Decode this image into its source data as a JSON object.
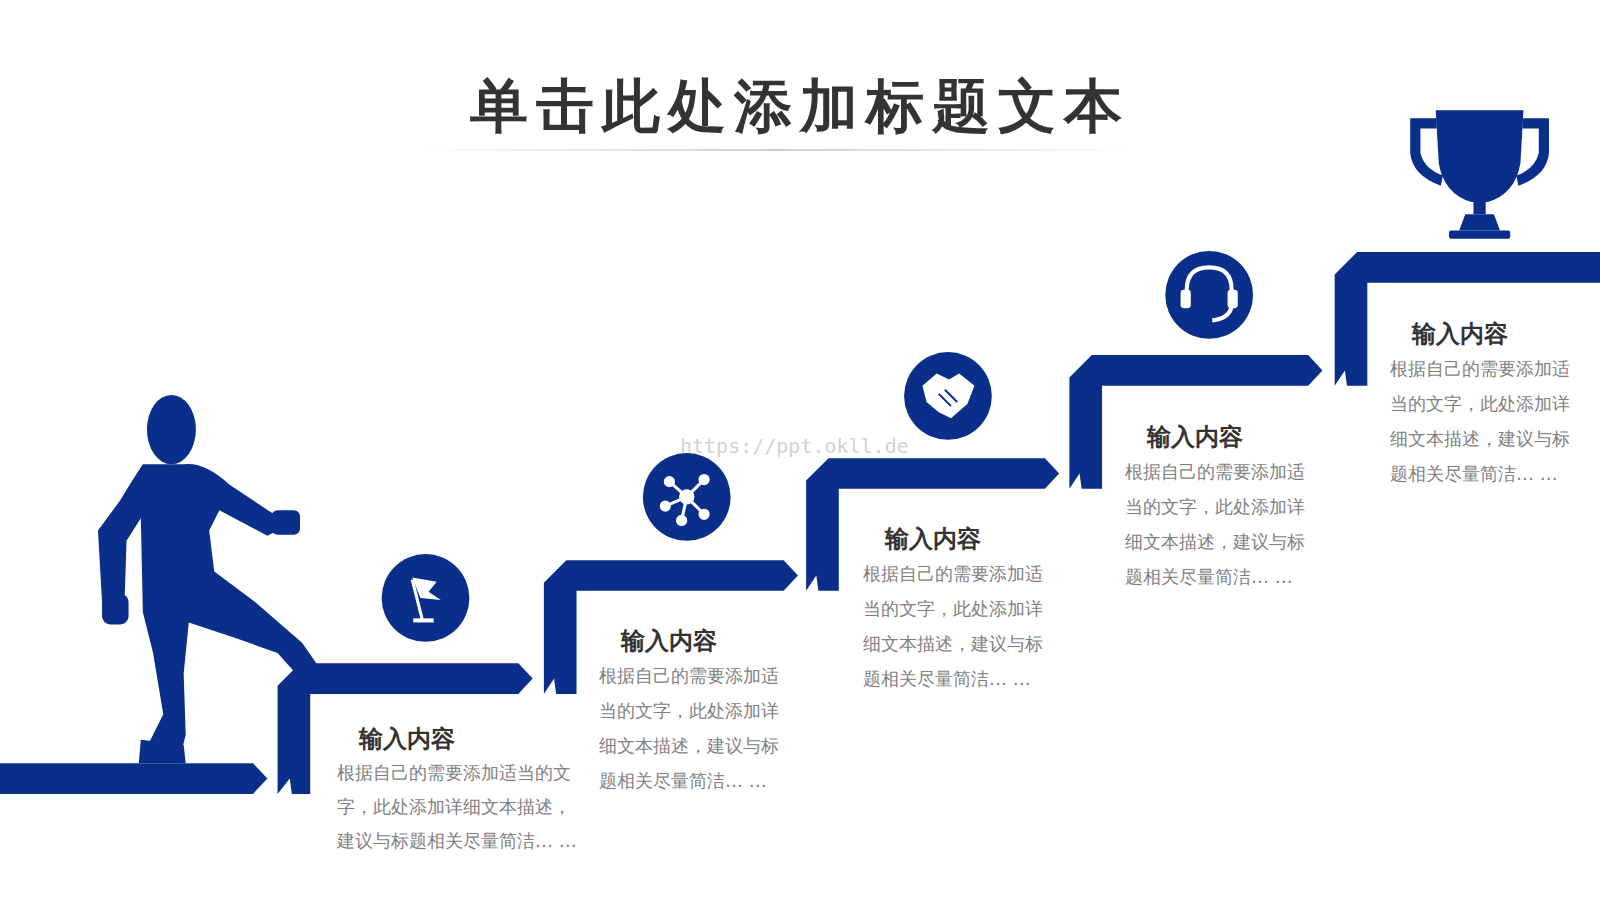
{
  "diagram": {
    "title": "单击此处添加标题文本",
    "nodes": [
      {
        "text": [
          "输入内容",
          "根据自己的需要添加适当的文字，此处添加详细文本描述，建议与标题相关尽量简洁… …"
        ]
      },
      {
        "text": [
          "输入内容",
          "根据自己的需要添加适当的文字，此处添加详细文本描述，建议与标题相关尽量简洁… …"
        ]
      },
      {
        "text": [
          "输入内容",
          "根据自己的需要添加适当的文字，此处添加详细文本描述，建议与标题相关尽量简洁… …"
        ]
      },
      {
        "text": [
          "输入内容",
          "根据自己的需要添加适当的文字，此处添加详细文本描述，建议与标题相关尽量简洁… …"
        ]
      },
      {
        "text": [
          "输入内容",
          "根据自己的需要添加适当的文字，此处添加详细文本描述，建议与标题相关尽量简洁… …"
        ]
      }
    ],
    "labels": [
      "https://ppt.okll.de"
    ]
  }
}
